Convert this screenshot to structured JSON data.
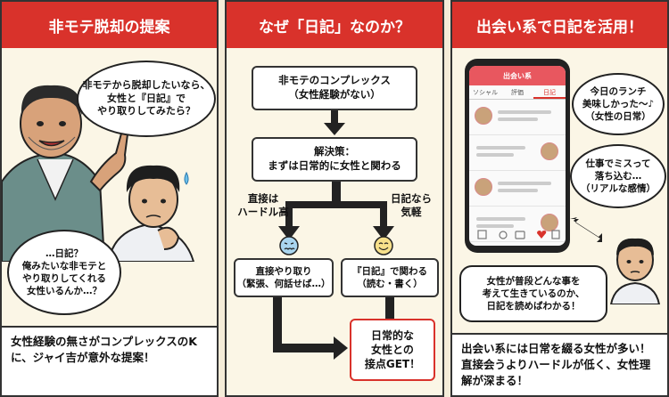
{
  "panel1": {
    "title": "非モテ脱却の提案",
    "bubble_main": "非モテから脱却したいなら、\n女性と『日記』で\nやり取りしてみたら？",
    "bubble_reply": "…日記？\n俺みたいな非モテと\nやり取りしてくれる\n女性いるんか…？",
    "caption": "女性経験の無さがコンプレックスのKに、ジャイ吉が意外な提案！"
  },
  "panel2": {
    "title": "なぜ「日記」なのか？",
    "box_problem": "非モテのコンプレックス\n（女性経験がない）",
    "box_solution": "解決策：\nまずは日常的に女性と関わる",
    "label_left": "直接は\nハードル高",
    "label_right": "日記なら\n気軽",
    "box_direct": "直接やり取り\n（緊張、何話せば…）",
    "box_diary": "『日記』で関わる\n（読む・書く）",
    "box_result": "日常的な\n女性との\n接点GET！"
  },
  "panel3": {
    "title": "出会い系で日記を活用！",
    "app_name": "出会い系",
    "tabs": [
      "ソシャル",
      "評価",
      "日記"
    ],
    "bubble_top": "今日のランチ\n美味しかった〜♪\n（女性の日常）",
    "bubble_mid": "仕事でミスって\n落ち込む…\n（リアルな感情）",
    "bubble_bottom": "女性が普段どんな事を\n考えて生きているのか、\n日記を読めばわかる！",
    "caption": "出会い系には日常を綴る女性が多い！直接会うよりハードルが低く、女性理解が深まる！"
  },
  "colors": {
    "banner_red": "#d9322b",
    "app_pink": "#e8575f",
    "background": "#fbf6e6"
  }
}
